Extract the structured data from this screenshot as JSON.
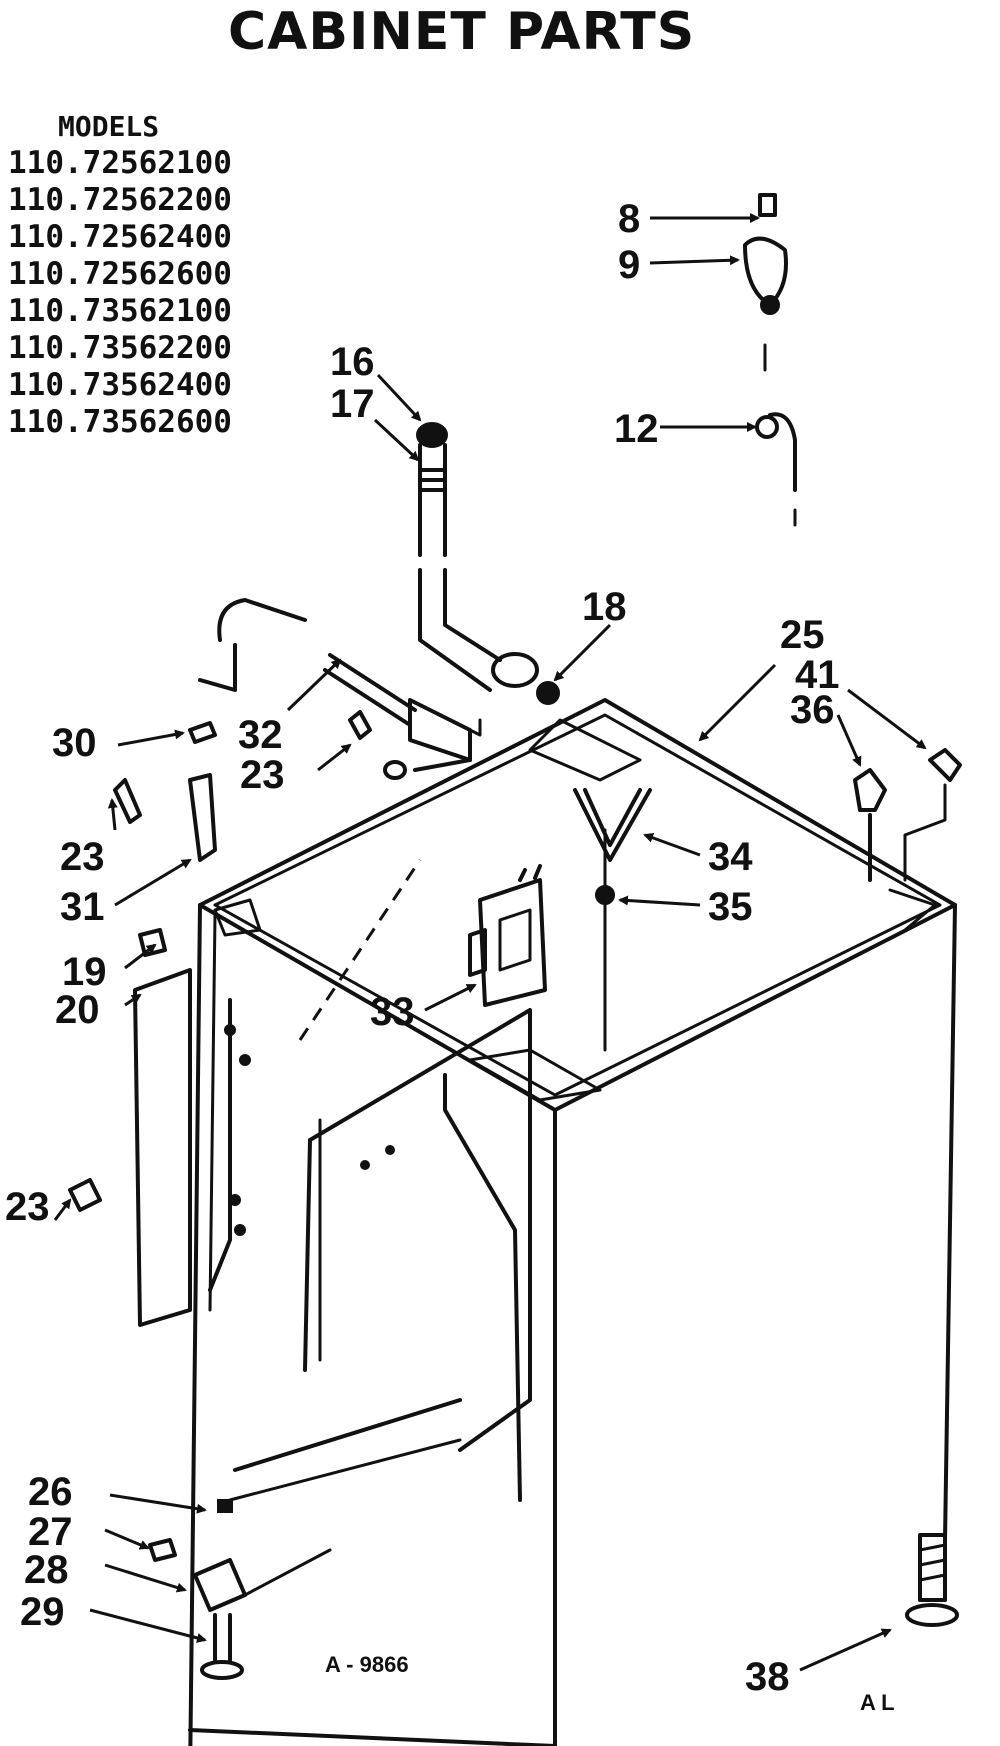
{
  "title": "CABINET PARTS",
  "models": {
    "header": "MODELS",
    "list": [
      "110.72562100",
      "110.72562200",
      "110.72562400",
      "110.72562600",
      "110.73562100",
      "110.73562200",
      "110.73562400",
      "110.73562600"
    ]
  },
  "callouts": {
    "c8": "8",
    "c9": "9",
    "c12": "12",
    "c16": "16",
    "c17": "17",
    "c18": "18",
    "c19": "19",
    "c20": "20",
    "c23a": "23",
    "c23b": "23",
    "c23c": "23",
    "c25": "25",
    "c26": "26",
    "c27": "27",
    "c28": "28",
    "c29": "29",
    "c30": "30",
    "c31": "31",
    "c32": "32",
    "c33": "33",
    "c34": "34",
    "c35": "35",
    "c36": "36",
    "c38": "38",
    "c41": "41"
  },
  "footer": {
    "diagram_code": "A - 9866",
    "initials": "A L"
  }
}
